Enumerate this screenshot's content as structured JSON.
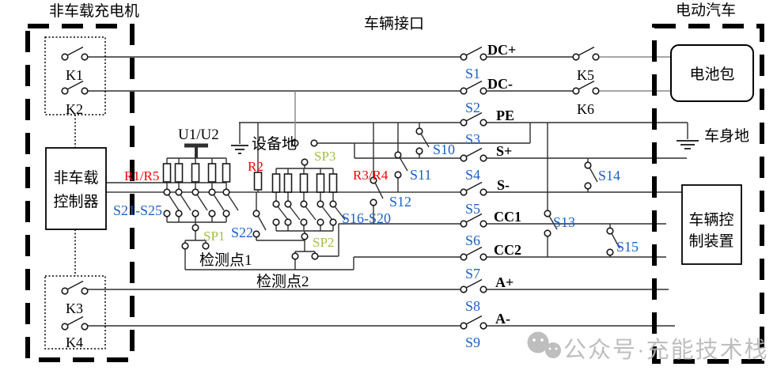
{
  "titles": {
    "left": "非车载充电机",
    "center": "车辆接口",
    "right": "电动汽车"
  },
  "boxes": {
    "controller": [
      "非车载",
      "控制器"
    ],
    "battery": "电池包",
    "vcu": [
      "车辆控",
      "制装置"
    ]
  },
  "grounds": {
    "equipment": "设备地",
    "body": "车身地"
  },
  "lines": {
    "dc_plus": "DC+",
    "dc_minus": "DC-",
    "pe": "PE",
    "s_plus": "S+",
    "s_minus": "S-",
    "cc1": "CC1",
    "cc2": "CC2",
    "a_plus": "A+",
    "a_minus": "A-"
  },
  "switches": {
    "k1": "K1",
    "k2": "K2",
    "k3": "K3",
    "k4": "K4",
    "k5": "K5",
    "k6": "K6",
    "s1": "S1",
    "s2": "S2",
    "s3": "S3",
    "s4": "S4",
    "s5": "S5",
    "s6": "S6",
    "s7": "S7",
    "s8": "S8",
    "s9": "S9",
    "s10": "S10",
    "s11": "S11",
    "s12": "S12",
    "s13": "S13",
    "s14": "S14",
    "s15": "S15",
    "s22": "S22",
    "group_left": "S21-S25",
    "group_mid": "S16-S20"
  },
  "resistors": {
    "r1r5": "R1/R5",
    "r2": "R2",
    "r3r4": "R3/R4"
  },
  "sample_points": {
    "sp1": "SP1",
    "sp2": "SP2",
    "sp3": "SP3"
  },
  "detection": {
    "p1": "检测点1",
    "p2": "检测点2"
  },
  "transducer": "U1/U2",
  "watermark": "公众号·充能技术栈",
  "colors": {
    "wire": "#2f2f2f",
    "gray_wire": "#8a8a8a",
    "blue": "#1b62c5",
    "red": "#fa0000",
    "green": "#a3bf44",
    "watermark": "#b8b8b8"
  }
}
